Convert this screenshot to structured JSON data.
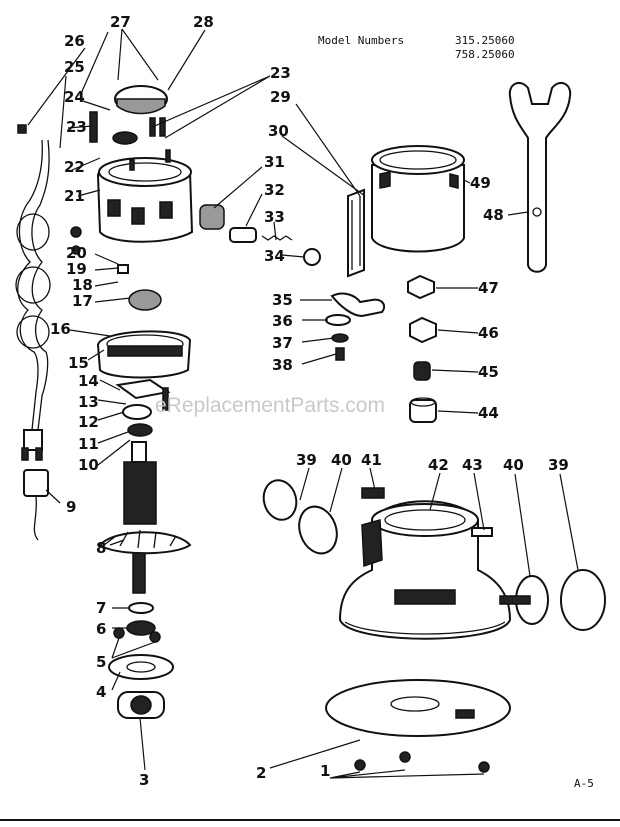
{
  "header": {
    "model_label": "Model Numbers",
    "model_1": "315.25060",
    "model_2": "758.25060"
  },
  "watermark": "eReplacementParts.com",
  "page_number": "A-5",
  "part_numbers": [
    "1",
    "2",
    "3",
    "4",
    "5",
    "6",
    "7",
    "8",
    "9",
    "10",
    "11",
    "12",
    "13",
    "14",
    "15",
    "16",
    "17",
    "18",
    "19",
    "20",
    "21",
    "22",
    "23",
    "24",
    "25",
    "26",
    "27",
    "28",
    "29",
    "30",
    "31",
    "32",
    "33",
    "34",
    "35",
    "36",
    "37",
    "38",
    "39",
    "40",
    "41",
    "42",
    "43",
    "44",
    "45",
    "46",
    "47",
    "48",
    "49"
  ],
  "duplicate_labels": [
    "23",
    "39",
    "40"
  ]
}
